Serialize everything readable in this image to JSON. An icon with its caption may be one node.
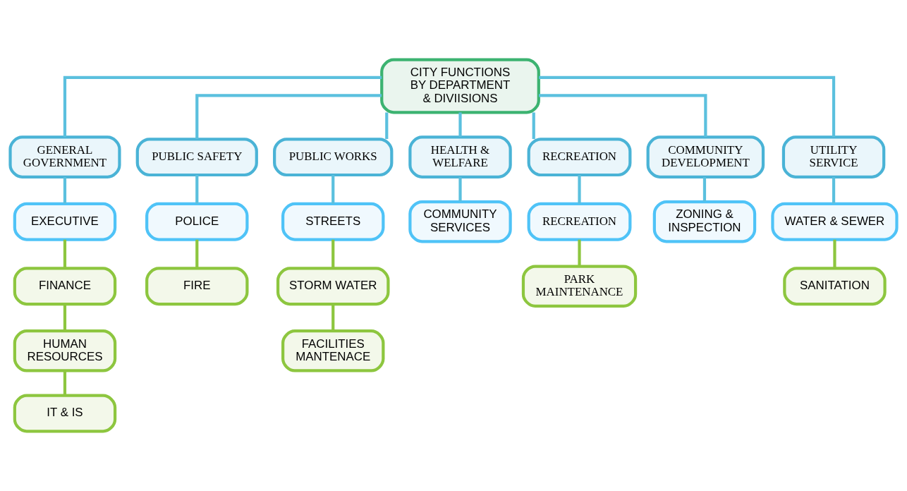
{
  "diagram": {
    "nodes": [
      {
        "text": [
          "CITY FUNCTIONS BY DEPARTMENT & DIVIISIONS"
        ]
      },
      {
        "text": [
          "GENERAL GOVERNMENT"
        ]
      },
      {
        "text": [
          "PUBLIC SAFETY"
        ]
      },
      {
        "text": [
          "PUBLIC WORKS"
        ]
      },
      {
        "text": [
          "HEALTH & WELFARE"
        ]
      },
      {
        "text": [
          "RECREATION"
        ]
      },
      {
        "text": [
          "COMMUNITY DEVELOPMENT"
        ]
      },
      {
        "text": [
          "UTILITY SERVICE"
        ]
      },
      {
        "text": [
          "EXECUTIVE"
        ]
      },
      {
        "text": [
          "POLICE"
        ]
      },
      {
        "text": [
          "STREETS"
        ]
      },
      {
        "text": [
          "COMMUNITY SERVICES"
        ]
      },
      {
        "text": [
          "RECREATION"
        ]
      },
      {
        "text": [
          "ZONING & INSPECTION"
        ]
      },
      {
        "text": [
          "WATER & SEWER"
        ]
      },
      {
        "text": [
          "FINANCE"
        ]
      },
      {
        "text": [
          "FIRE"
        ]
      },
      {
        "text": [
          "STORM WATER"
        ]
      },
      {
        "text": [
          "PARK MAINTENANCE"
        ]
      },
      {
        "text": [
          "SANITATION"
        ]
      },
      {
        "text": [
          "HUMAN RESOURCES"
        ]
      },
      {
        "text": [
          "FACILITIES MANTENACE"
        ]
      },
      {
        "text": [
          "IT & IS"
        ]
      }
    ],
    "edges": [
      {
        "from": 0,
        "to": 1,
        "arrow": "none"
      },
      {
        "from": 0,
        "to": 2,
        "arrow": "none"
      },
      {
        "from": 0,
        "to": 3,
        "arrow": "none"
      },
      {
        "from": 0,
        "to": 4,
        "arrow": "none"
      },
      {
        "from": 0,
        "to": 5,
        "arrow": "none"
      },
      {
        "from": 0,
        "to": 6,
        "arrow": "none"
      },
      {
        "from": 0,
        "to": 7,
        "arrow": "none"
      },
      {
        "from": 1,
        "to": 8,
        "arrow": "none"
      },
      {
        "from": 2,
        "to": 9,
        "arrow": "none"
      },
      {
        "from": 3,
        "to": 10,
        "arrow": "none"
      },
      {
        "from": 4,
        "to": 11,
        "arrow": "none"
      },
      {
        "from": 5,
        "to": 12,
        "arrow": "none"
      },
      {
        "from": 6,
        "to": 13,
        "arrow": "none"
      },
      {
        "from": 7,
        "to": 14,
        "arrow": "none"
      },
      {
        "from": 8,
        "to": 15,
        "arrow": "none",
        "color": "#8dc63f"
      },
      {
        "from": 15,
        "to": 20,
        "arrow": "none",
        "color": "#8dc63f"
      },
      {
        "from": 20,
        "to": 22,
        "arrow": "none",
        "color": "#8dc63f"
      },
      {
        "from": 9,
        "to": 16,
        "arrow": "none",
        "color": "#8dc63f"
      },
      {
        "from": 10,
        "to": 17,
        "arrow": "none",
        "color": "#8dc63f"
      },
      {
        "from": 17,
        "to": 21,
        "arrow": "none",
        "color": "#8dc63f"
      },
      {
        "from": 12,
        "to": 18,
        "arrow": "none",
        "color": "#8dc63f"
      },
      {
        "from": 14,
        "to": 19,
        "arrow": "none",
        "color": "#8dc63f"
      }
    ]
  }
}
